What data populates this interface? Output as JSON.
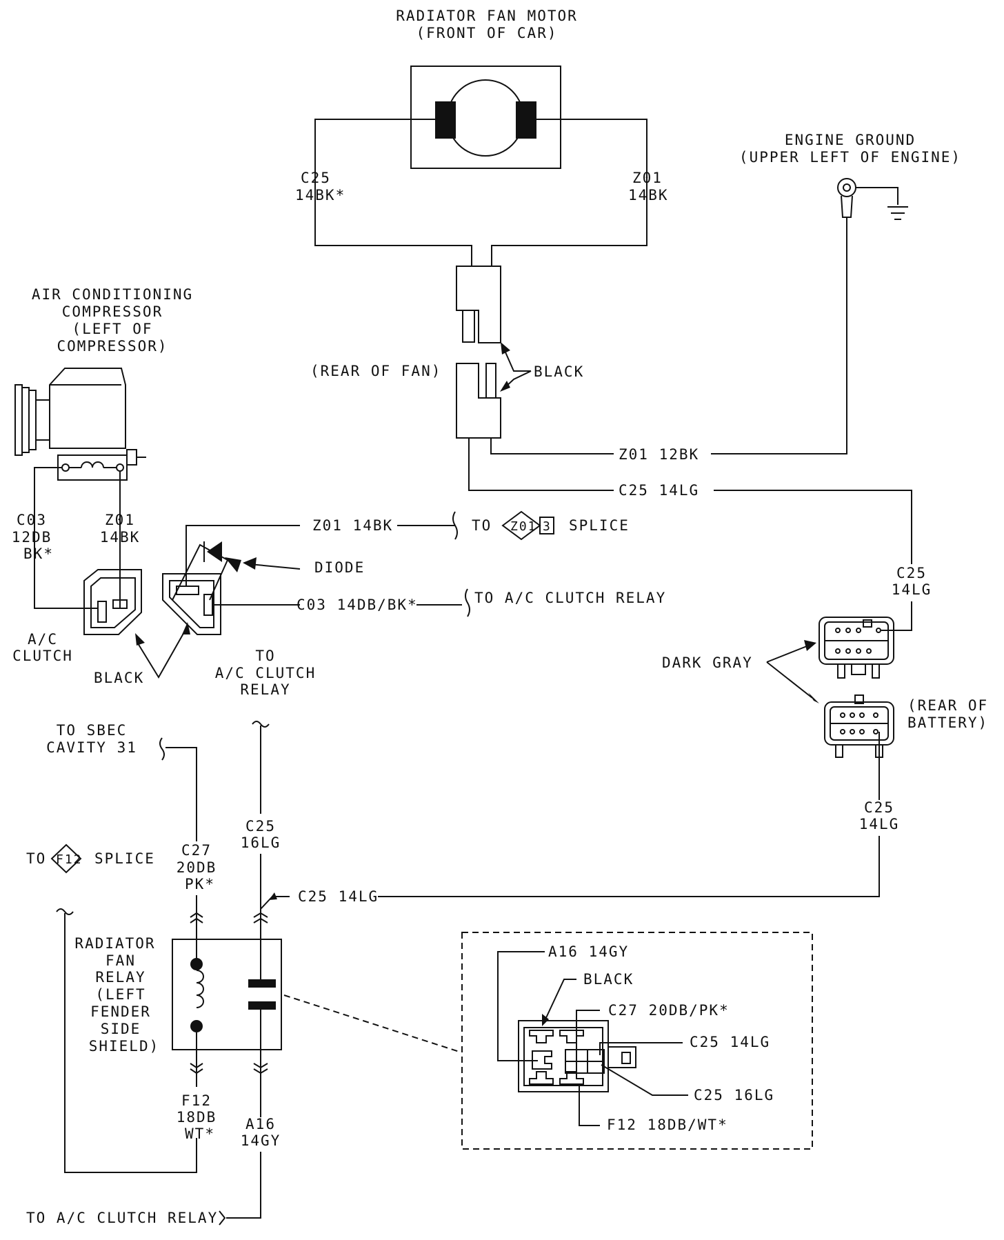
{
  "labels": {
    "fan_motor_title": "RADIATOR FAN MOTOR",
    "fan_motor_sub": "(FRONT OF CAR)",
    "engine_ground_title": "ENGINE GROUND",
    "engine_ground_sub": "(UPPER LEFT OF ENGINE)",
    "wire_c25_left_1": "C25",
    "wire_c25_left_2": "14BK*",
    "wire_z01_right_1": "Z01",
    "wire_z01_right_2": "14BK",
    "ac_comp_1": "AIR CONDITIONING",
    "ac_comp_2": "COMPRESSOR",
    "ac_comp_3": "(LEFT OF",
    "ac_comp_4": "COMPRESSOR)",
    "rear_of_fan": "(REAR OF FAN)",
    "black_fan": "BLACK",
    "z01_12bk": "Z01 12BK",
    "c25_14lg_mid": "C25 14LG",
    "c03_left_1": "C03",
    "c03_left_2": "12DB",
    "c03_left_3": "BK*",
    "z01_comp_1": "Z01",
    "z01_comp_2": "14BK",
    "z01_14bk": "Z01 14BK",
    "to_z01_splice_to": "TO",
    "splice_z01_tag": "Z01",
    "splice_z01_num": "3",
    "splice_z01_word": "SPLICE",
    "diode": "DIODE",
    "c03_14db": "C03 14DB/BK*",
    "to_ac_relay_1": "TO A/C CLUTCH RELAY",
    "c25_right_1": "C25",
    "c25_right_2": "14LG",
    "ac_clutch_1": "A/C",
    "ac_clutch_2": "CLUTCH",
    "black_clutch": "BLACK",
    "to_relay_1": "TO",
    "to_relay_2": "A/C CLUTCH",
    "to_relay_3": "RELAY",
    "dark_gray": "DARK GRAY",
    "rear_batt_1": "(REAR OF",
    "rear_batt_2": "BATTERY)",
    "to_sbec_1": "TO SBEC",
    "to_sbec_2": "CAVITY 31",
    "c25_16lg_1": "C25",
    "c25_16lg_2": "16LG",
    "c25_lower_1": "C25",
    "c25_lower_2": "14LG",
    "to_f12_to": "TO",
    "f12_tag": "F12",
    "f12_splice": "SPLICE",
    "c27_1": "C27",
    "c27_2": "20DB",
    "c27_3": "PK*",
    "c25_14lg_bottom": "C25 14LG",
    "relay_1": "RADIATOR",
    "relay_2": "FAN",
    "relay_3": "RELAY",
    "relay_4": "(LEFT",
    "relay_5": "FENDER",
    "relay_6": "SIDE",
    "relay_7": "SHIELD)",
    "det_a16": "A16 14GY",
    "det_black": "BLACK",
    "det_c27": "C27 20DB/PK*",
    "det_c25_14": "C25 14LG",
    "det_c25_16": "C25 16LG",
    "det_f12": "F12 18DB/WT*",
    "f12_1": "F12",
    "f12_2": "18DB",
    "f12_3": "WT*",
    "a16_1": "A16",
    "a16_2": "14GY",
    "to_ac_relay_bottom": "TO A/C CLUTCH RELAY"
  }
}
